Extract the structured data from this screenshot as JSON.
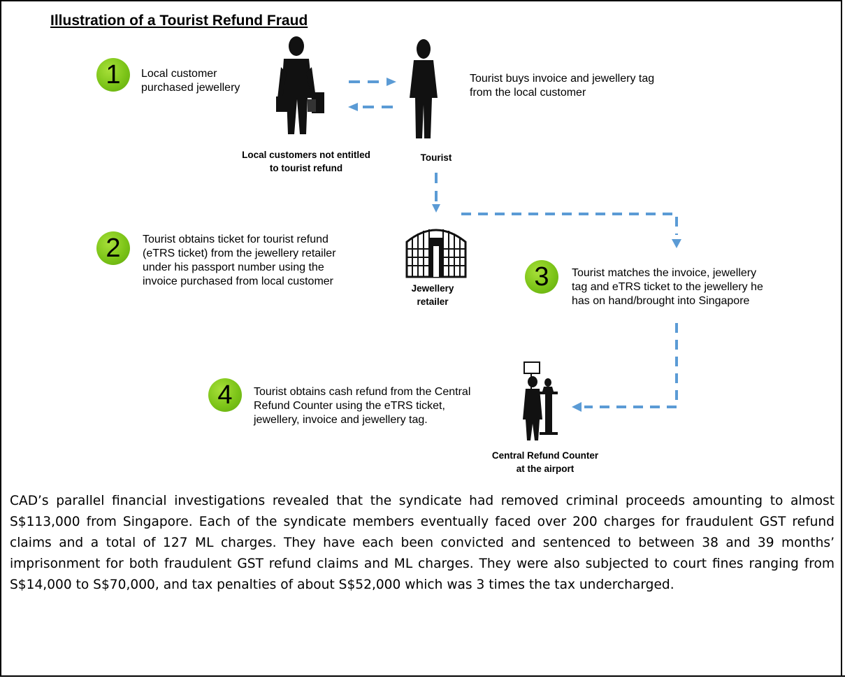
{
  "title": "Illustration of a Tourist Refund Fraud",
  "steps": [
    {
      "number": "1",
      "text": "Local customer\npurchased jewellery"
    },
    {
      "number": "2",
      "text": "Tourist obtains ticket for tourist refund\n(eTRS ticket) from the jewellery retailer\nunder his passport number using the\ninvoice purchased from local customer"
    },
    {
      "number": "3",
      "text": "Tourist matches the invoice, jewellery\ntag and eTRS ticket to the jewellery he\nhas on hand/brought into Singapore"
    },
    {
      "number": "4",
      "text": "Tourist obtains cash refund from the Central\nRefund Counter using the eTRS ticket,\njewellery, invoice and jewellery tag."
    }
  ],
  "tourist_action": "Tourist buys invoice and jewellery tag\nfrom the local customer",
  "captions": {
    "local_customers": "Local customers not entitled\nto tourist refund",
    "tourist": "Tourist",
    "jewellery_retailer": "Jewellery\nretailer",
    "refund_counter": "Central Refund Counter\nat the airport"
  },
  "colors": {
    "step_circle": "#7cc418",
    "arrow": "#5b9bd5"
  },
  "paragraph": "CAD’s parallel financial investigations revealed that the syndicate had removed criminal proceeds amounting to almost S$113,000 from Singapore. Each of the syndicate members eventually faced over 200 charges for fraudulent GST refund claims and a total of 127 ML charges. They have each been convicted and sentenced to between 38 and 39 months’ imprisonment for both fraudulent GST refund claims and ML charges. They were also subjected to court fines ranging from S$14,000 to S$70,000, and tax penalties of about S$52,000 which was 3 times the tax undercharged."
}
